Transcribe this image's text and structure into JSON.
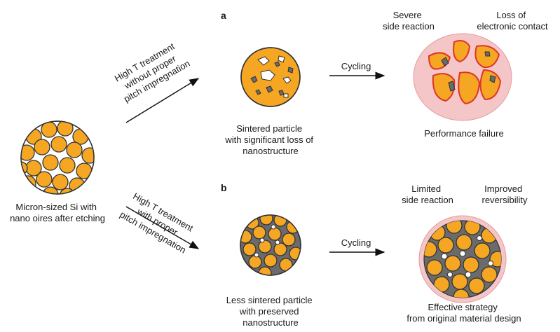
{
  "labels": {
    "start": [
      "Micron-sized Si with",
      "nano oires after etching"
    ],
    "panel_a": "a",
    "panel_b": "b",
    "arrow_top": [
      "High T treatment",
      "without proper",
      "pitch impregnation"
    ],
    "arrow_bottom": [
      "High T treatment",
      "with proper",
      "pitch impregnation"
    ],
    "cycling_top": "Cycling",
    "cycling_bottom": "Cycling",
    "sintered": [
      "Sintered particle",
      "with significant loss of",
      "nanostructure"
    ],
    "less_sintered": [
      "Less sintered particle",
      "with preserved",
      "nanostructure"
    ],
    "severe": [
      "Severe",
      "side reaction"
    ],
    "loss_contact": [
      "Loss of",
      "electronic contact"
    ],
    "failure": "Performance failure",
    "limited": [
      "Limited",
      "side reaction"
    ],
    "improved": [
      "Improved",
      "reversibility"
    ],
    "effective": [
      "Effective strategy",
      "from original material design"
    ]
  },
  "colors": {
    "silicon": "#f5a623",
    "sei_shell": "#f4c6c8",
    "side_reaction_edge": "#e0342a",
    "carbon": "#6b6b6b",
    "pore": "#ffffff"
  }
}
